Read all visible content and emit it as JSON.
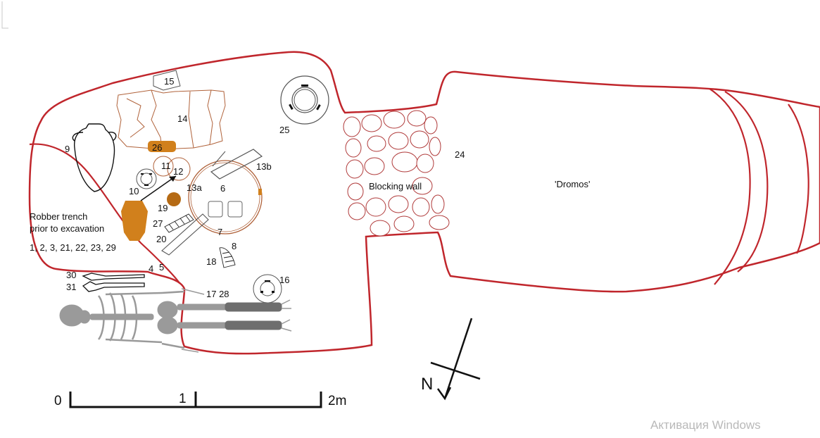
{
  "finds": {
    "n1": "1",
    "n4": "4",
    "n5": "5",
    "n6": "6",
    "n7": "7",
    "n8": "8",
    "n9": "9",
    "n10": "10",
    "n11": "11",
    "n12": "12",
    "n13a": "13a",
    "n13b": "13b",
    "n14": "14",
    "n15": "15",
    "n16": "16",
    "n1728": "17 28",
    "n18": "18",
    "n19": "19",
    "n20": "20",
    "n24": "24",
    "n25": "25",
    "n26": "26",
    "n27": "27",
    "n30": "30",
    "n31": "31"
  },
  "labels": {
    "robber_line1": "Robber trench",
    "robber_line2": "prior to excavation",
    "robber_finds": "1, 2, 3, 21, 22, 23, 29",
    "blocking_wall": "Blocking wall",
    "dromos": "'Dromos'"
  },
  "scale": {
    "zero": "0",
    "one": "1",
    "two": "2m"
  },
  "north": {
    "label": "N"
  },
  "watermark": "Активация Windows",
  "colors": {
    "outline": "#c0262c",
    "wall_stone": "#b03a3a",
    "vessel_orange": "#d1801c",
    "sketch_brown": "#b0623a",
    "skeleton": "#9a9a9a"
  }
}
